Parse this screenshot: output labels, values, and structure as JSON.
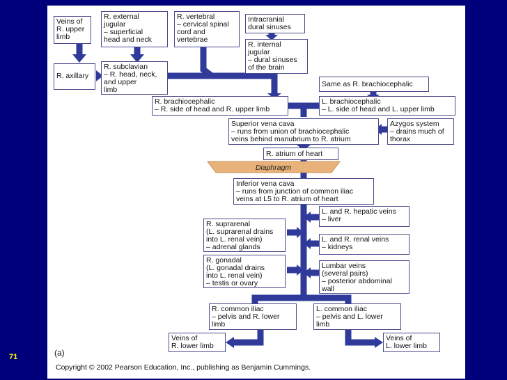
{
  "slide_number": "71",
  "figure_label": "(a)",
  "copyright": "Copyright © 2002 Pearson Education, Inc., publishing as Benjamin Cummings.",
  "diaphragm": "Diaphragm",
  "boxes": {
    "veins_upper": "Veins of\nR. upper\nlimb",
    "ext_jugular": "R. external\njugular\n– superficial\n  head and neck",
    "vertebral": "R. vertebral\n– cervical spinal\n  cord and\n  vertebrae",
    "intracranial": "Intracranial\ndural sinuses",
    "axillary": "R. axillary",
    "subclavian": "R. subclavian\n– R. head, neck,\n  and upper\n  limb",
    "int_jugular": "R. internal\njugular\n– dural sinuses\n  of the brain",
    "same_as": "Same as R. brachiocephalic",
    "r_brachio": "R. brachiocephalic\n– R. side of head and R. upper limb",
    "l_brachio": "L. brachiocephalic\n– L. side of head and L. upper limb",
    "svc": "Superior vena cava\n– runs from union of brachiocephalic\n  veins behind manubrium to R. atrium",
    "azygos": "Azygos system\n– drains much of\n  thorax",
    "r_atrium": "R. atrium of heart",
    "ivc": "Inferior vena cava\n– runs from junction of common iliac\n  veins at L5 to R. atrium of heart",
    "hepatic": "L. and R. hepatic veins\n– liver",
    "suprarenal": "R. suprarenal\n(L. suprarenal drains\ninto L. renal vein)\n– adrenal glands",
    "renal": "L. and R. renal veins\n– kidneys",
    "gonadal": "R. gonadal\n(L. gonadal drains\ninto L. renal vein)\n– testis or ovary",
    "lumbar": "Lumbar veins\n(several pairs)\n– posterior abdominal\n  wall",
    "r_iliac": "R. common iliac\n– pelvis and R. lower\n  limb",
    "l_iliac": "L. common iliac\n– pelvis and L. lower\n  limb",
    "r_lower": "Veins of\nR. lower limb",
    "l_lower": "Veins of\nL. lower limb"
  },
  "colors": {
    "background": "#00007a",
    "arrow": "#2f3a9a",
    "diaphragm": "#e8b27a",
    "slide_number": "#ffff00"
  }
}
